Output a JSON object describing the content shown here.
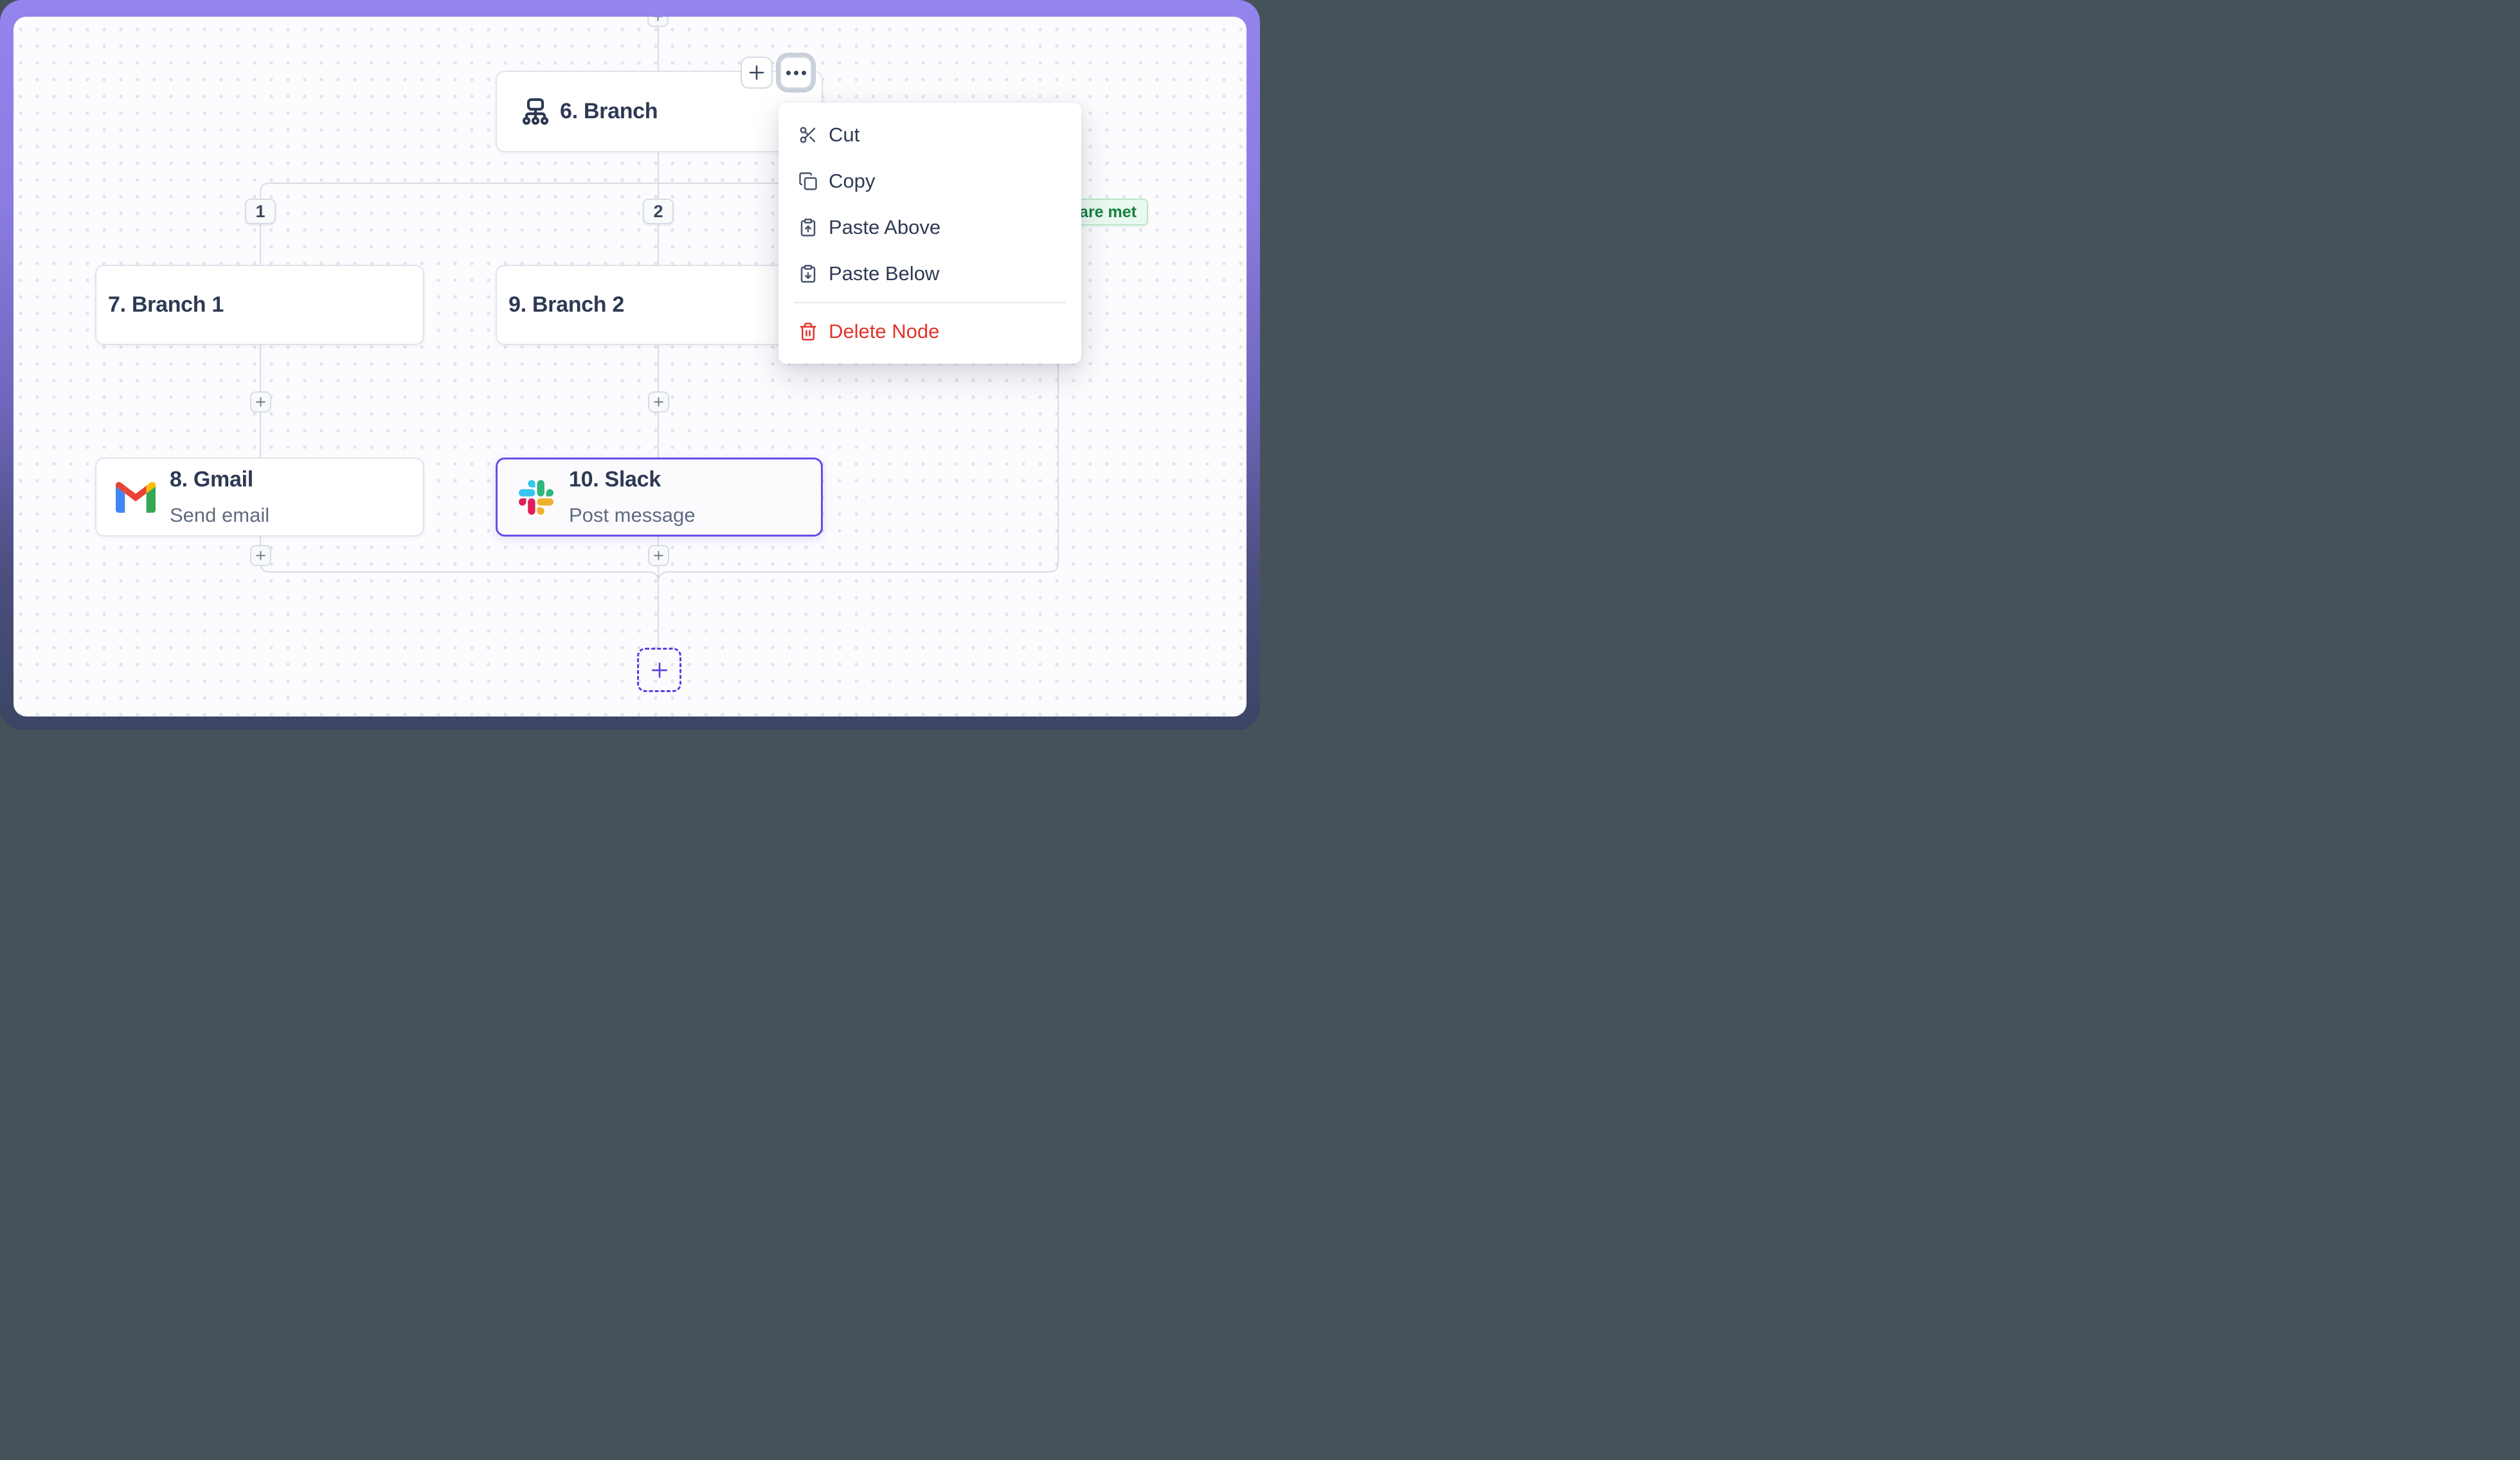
{
  "workflow": {
    "branch_node": {
      "title": "6. Branch"
    },
    "branch_1_node": {
      "title": "7. Branch 1"
    },
    "branch_2_node": {
      "title": "9. Branch 2"
    },
    "gmail_node": {
      "title": "8. Gmail",
      "subtitle": "Send email"
    },
    "slack_node": {
      "title": "10. Slack",
      "subtitle": "Post message"
    },
    "branch_labels": {
      "branch_1": "1",
      "branch_2": "2"
    },
    "condition_badge": {
      "text": "are met"
    }
  },
  "context_menu": {
    "items": [
      {
        "label": "Cut",
        "icon": "scissors-icon"
      },
      {
        "label": "Copy",
        "icon": "copy-icon"
      },
      {
        "label": "Paste Above",
        "icon": "clipboard-arrow-up-icon"
      },
      {
        "label": "Paste Below",
        "icon": "clipboard-arrow-down-icon"
      },
      {
        "label": "Delete Node",
        "icon": "trash-icon",
        "danger": true
      }
    ]
  },
  "icons": {
    "add": "plus-icon",
    "more": "ellipsis-icon",
    "branch": "sitemap-icon",
    "gmail": "gmail-icon",
    "slack": "slack-icon"
  },
  "colors": {
    "accent_purple": "#6b4be8",
    "dashed_add_purple": "#5b3fe0",
    "danger_red": "#e0342b",
    "badge_text_green": "#15803d",
    "badge_bg_green": "#e9f9ef",
    "connector_gray": "#d7dce4",
    "frame_gradient_top": "#9484ee",
    "frame_gradient_bottom": "#3b4563",
    "canvas_bg": "#fcfcfe"
  }
}
